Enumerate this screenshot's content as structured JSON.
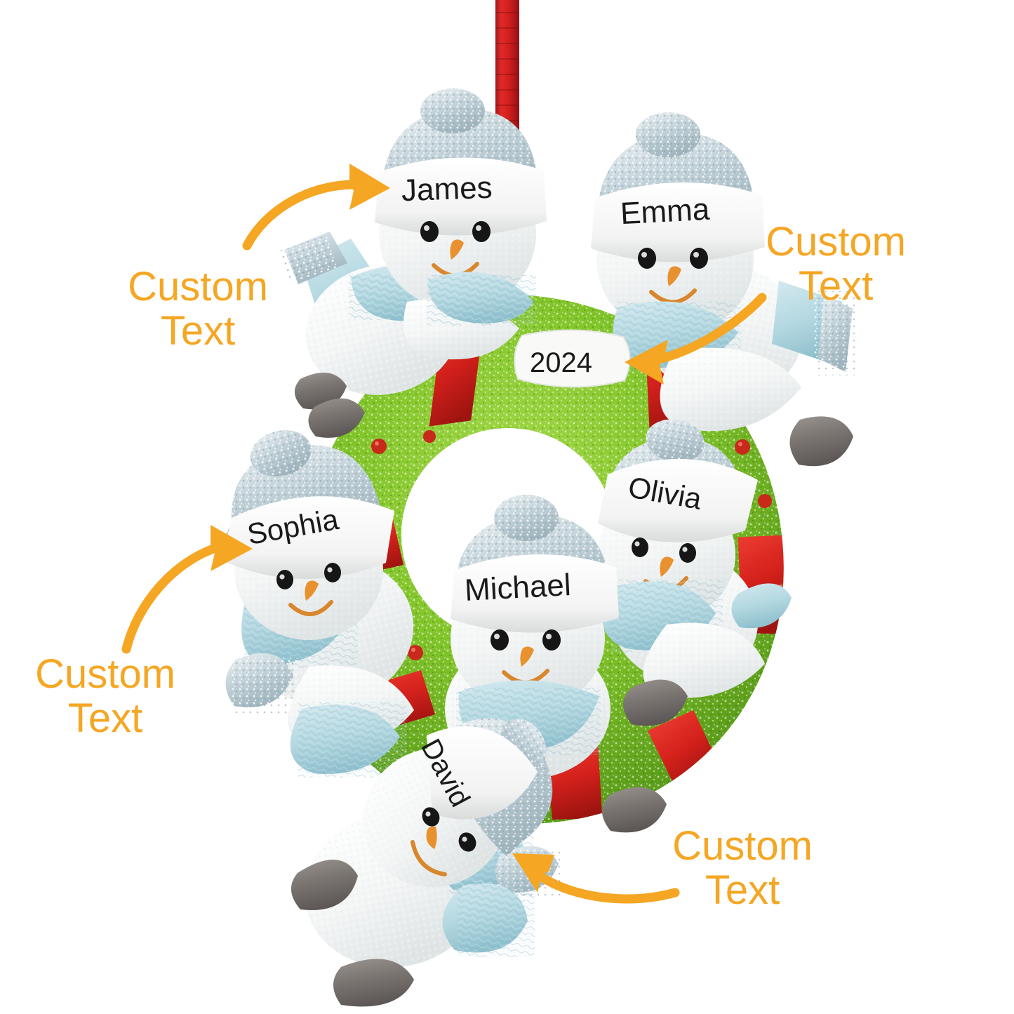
{
  "product": {
    "type": "christmas-ornament",
    "subject": "snowman family wreath",
    "background_color": "#ffffff"
  },
  "ornament": {
    "hanger": {
      "ribbon_color": "#d8202a",
      "ring_color": "#b9bcc0",
      "icon": "ribbon-loop-icon"
    },
    "wreath": {
      "green_color": "#7cc328",
      "green_dark": "#4f9417",
      "ribbon_color": "#d9241f",
      "berry_color": "#c8291b"
    },
    "snowmen": [
      {
        "id": "james",
        "name": "James",
        "position": "top-left"
      },
      {
        "id": "emma",
        "name": "Emma",
        "position": "top-right"
      },
      {
        "id": "sophia",
        "name": "Sophia",
        "position": "mid-left"
      },
      {
        "id": "olivia",
        "name": "Olivia",
        "position": "mid-right"
      },
      {
        "id": "michael",
        "name": "Michael",
        "position": "bottom-center"
      },
      {
        "id": "david",
        "name": "David",
        "position": "bottom-left"
      }
    ],
    "year_plaque": {
      "value": "2024",
      "plaque_color": "#f7f7f5"
    },
    "palette": {
      "snow_white": "#f6f7f7",
      "scarf_blue": "#bfdde4",
      "hat_silver": "#c9d5da",
      "boot_gray": "#7a7471",
      "nose_orange": "#e8912f",
      "eye_black": "#1b1b1b"
    }
  },
  "annotations": {
    "accent_color": "#F5A623",
    "items": [
      {
        "id": "top-left",
        "text": "Custom\nText",
        "points_to": "james-name-band"
      },
      {
        "id": "top-right",
        "text": "Custom\nText",
        "points_to": "year-plaque"
      },
      {
        "id": "bottom-left",
        "text": "Custom\nText",
        "points_to": "sophia-name-band"
      },
      {
        "id": "bottom-right",
        "text": "Custom\nText",
        "points_to": "david-name-band"
      }
    ]
  }
}
